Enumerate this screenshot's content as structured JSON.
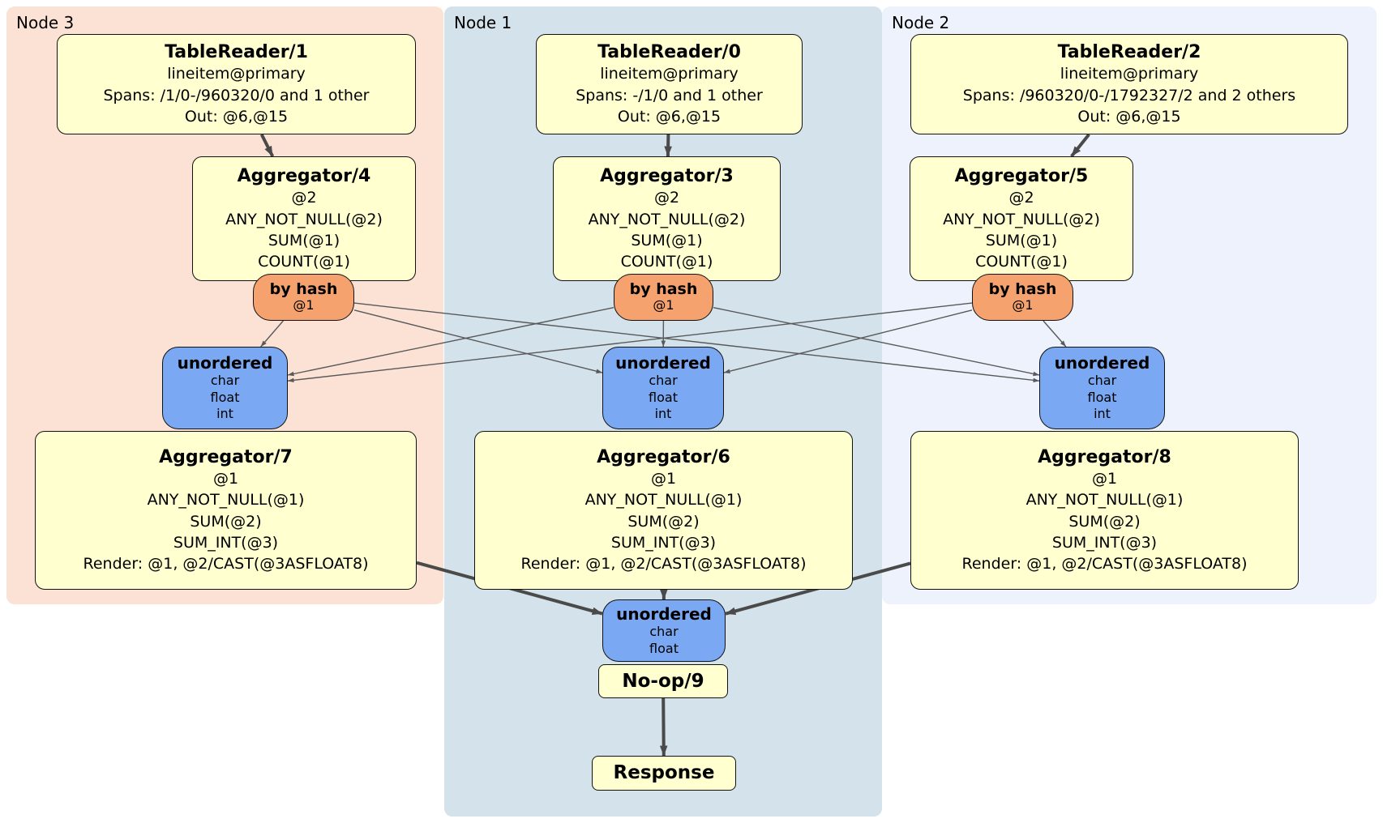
{
  "panels": {
    "node3": {
      "label": "Node 3",
      "bg": "#fce2d5"
    },
    "node1": {
      "label": "Node 1",
      "bg": "#d3e2eb"
    },
    "node2": {
      "label": "Node 2",
      "bg": "#edf2fc"
    }
  },
  "colors": {
    "processor_fill": "#ffffcf",
    "router_fill": "#f5a26f",
    "sync_fill": "#7aa8f2",
    "node_border": "#111111",
    "edge_thick": "#4a4a4a",
    "edge_thin": "#595959"
  },
  "nodes": {
    "tablereader1": {
      "title": "TableReader/1",
      "lines": [
        "lineitem@primary",
        "Spans: /1/0-/960320/0 and 1 other",
        "Out: @6,@15"
      ]
    },
    "aggregator4": {
      "title": "Aggregator/4",
      "lines": [
        "@2",
        "ANY_NOT_NULL(@2)",
        "SUM(@1)",
        "COUNT(@1)"
      ]
    },
    "byhash3": {
      "title": "by hash",
      "lines": [
        "@1"
      ]
    },
    "unordered3": {
      "title": "unordered",
      "lines": [
        "char",
        "float",
        "int"
      ]
    },
    "aggregator7": {
      "title": "Aggregator/7",
      "lines": [
        "@1",
        "ANY_NOT_NULL(@1)",
        "SUM(@2)",
        "SUM_INT(@3)",
        "Render: @1, @2/CAST(@3ASFLOAT8)"
      ]
    },
    "tablereader0": {
      "title": "TableReader/0",
      "lines": [
        "lineitem@primary",
        "Spans: -/1/0 and 1 other",
        "Out: @6,@15"
      ]
    },
    "aggregator3": {
      "title": "Aggregator/3",
      "lines": [
        "@2",
        "ANY_NOT_NULL(@2)",
        "SUM(@1)",
        "COUNT(@1)"
      ]
    },
    "byhash1": {
      "title": "by hash",
      "lines": [
        "@1"
      ]
    },
    "unordered1": {
      "title": "unordered",
      "lines": [
        "char",
        "float",
        "int"
      ]
    },
    "aggregator6": {
      "title": "Aggregator/6",
      "lines": [
        "@1",
        "ANY_NOT_NULL(@1)",
        "SUM(@2)",
        "SUM_INT(@3)",
        "Render: @1, @2/CAST(@3ASFLOAT8)"
      ]
    },
    "tablereader2": {
      "title": "TableReader/2",
      "lines": [
        "lineitem@primary",
        "Spans: /960320/0-/1792327/2 and 2 others",
        "Out: @6,@15"
      ]
    },
    "aggregator5": {
      "title": "Aggregator/5",
      "lines": [
        "@2",
        "ANY_NOT_NULL(@2)",
        "SUM(@1)",
        "COUNT(@1)"
      ]
    },
    "byhash2": {
      "title": "by hash",
      "lines": [
        "@1"
      ]
    },
    "unordered2": {
      "title": "unordered",
      "lines": [
        "char",
        "float",
        "int"
      ]
    },
    "unordered_final": {
      "title": "unordered",
      "lines": [
        "char",
        "float"
      ]
    },
    "noop": {
      "title": "No-op/9"
    },
    "response": {
      "title": "Response"
    }
  },
  "edges": [
    {
      "from": "byhash3",
      "to": "unordered3",
      "type": "thin"
    },
    {
      "from": "byhash3",
      "to": "unordered1",
      "type": "thin"
    },
    {
      "from": "byhash3",
      "to": "unordered2",
      "type": "thin"
    },
    {
      "from": "byhash1",
      "to": "unordered3",
      "type": "thin"
    },
    {
      "from": "byhash1",
      "to": "unordered1",
      "type": "thin"
    },
    {
      "from": "byhash1",
      "to": "unordered2",
      "type": "thin"
    },
    {
      "from": "byhash2",
      "to": "unordered3",
      "type": "thin"
    },
    {
      "from": "byhash2",
      "to": "unordered1",
      "type": "thin"
    },
    {
      "from": "byhash2",
      "to": "unordered2",
      "type": "thin"
    },
    {
      "from": "tablereader1",
      "to": "aggregator4",
      "type": "thick"
    },
    {
      "from": "tablereader0",
      "to": "aggregator3",
      "type": "thick"
    },
    {
      "from": "tablereader2",
      "to": "aggregator5",
      "type": "thick"
    },
    {
      "from": "aggregator7",
      "to": "unordered_final",
      "type": "thick"
    },
    {
      "from": "aggregator6",
      "to": "unordered_final",
      "type": "thick"
    },
    {
      "from": "aggregator8",
      "to": "unordered_final",
      "type": "thick"
    },
    {
      "from": "noop",
      "to": "response",
      "type": "thick"
    }
  ]
}
